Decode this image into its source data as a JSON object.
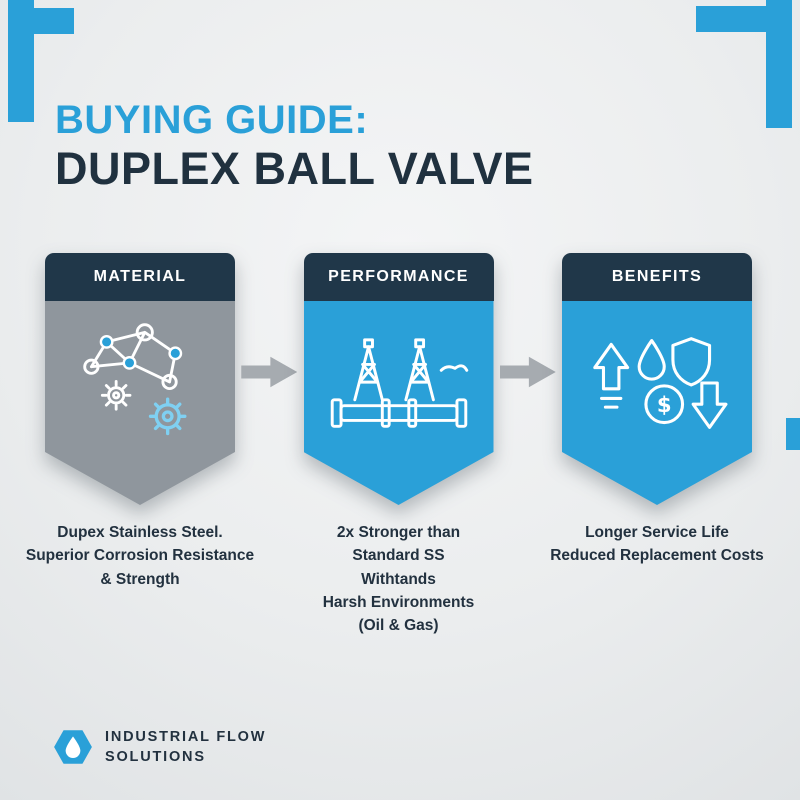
{
  "colors": {
    "accent_blue": "#2AA0D8",
    "navy": "#20313F",
    "header_navy": "#203749",
    "badge_gray": "#8F969D",
    "arrow_gray": "#A6ABB0",
    "background": "#ECEEEF",
    "icon_white": "#FFFFFF"
  },
  "title": {
    "line1": "BUYING GUIDE:",
    "line2": "DUPLEX BALL VALVE"
  },
  "badges": [
    {
      "label": "MATERIAL",
      "icon": "molecule-gears-icon",
      "caption": "Dupex Stainless Steel.\nSuperior Corrosion Resistance\n& Strength"
    },
    {
      "label": "PERFORMANCE",
      "icon": "oil-rig-pipeline-icon",
      "caption": "2x Stronger than\nStandard SS\nWithtands\nHarsh Environments\n(Oil & Gas)"
    },
    {
      "label": "BENEFITS",
      "icon": "benefits-shield-dollar-icon",
      "caption": "Longer Service Life\nReduced Replacement Costs"
    }
  ],
  "arrows": [
    {
      "icon": "arrow-right-icon"
    },
    {
      "icon": "arrow-right-icon"
    }
  ],
  "logo": {
    "icon": "hexagon-drop-logo",
    "line1": "INDUSTRIAL FLOW",
    "line2": "SOLUTIONS"
  }
}
